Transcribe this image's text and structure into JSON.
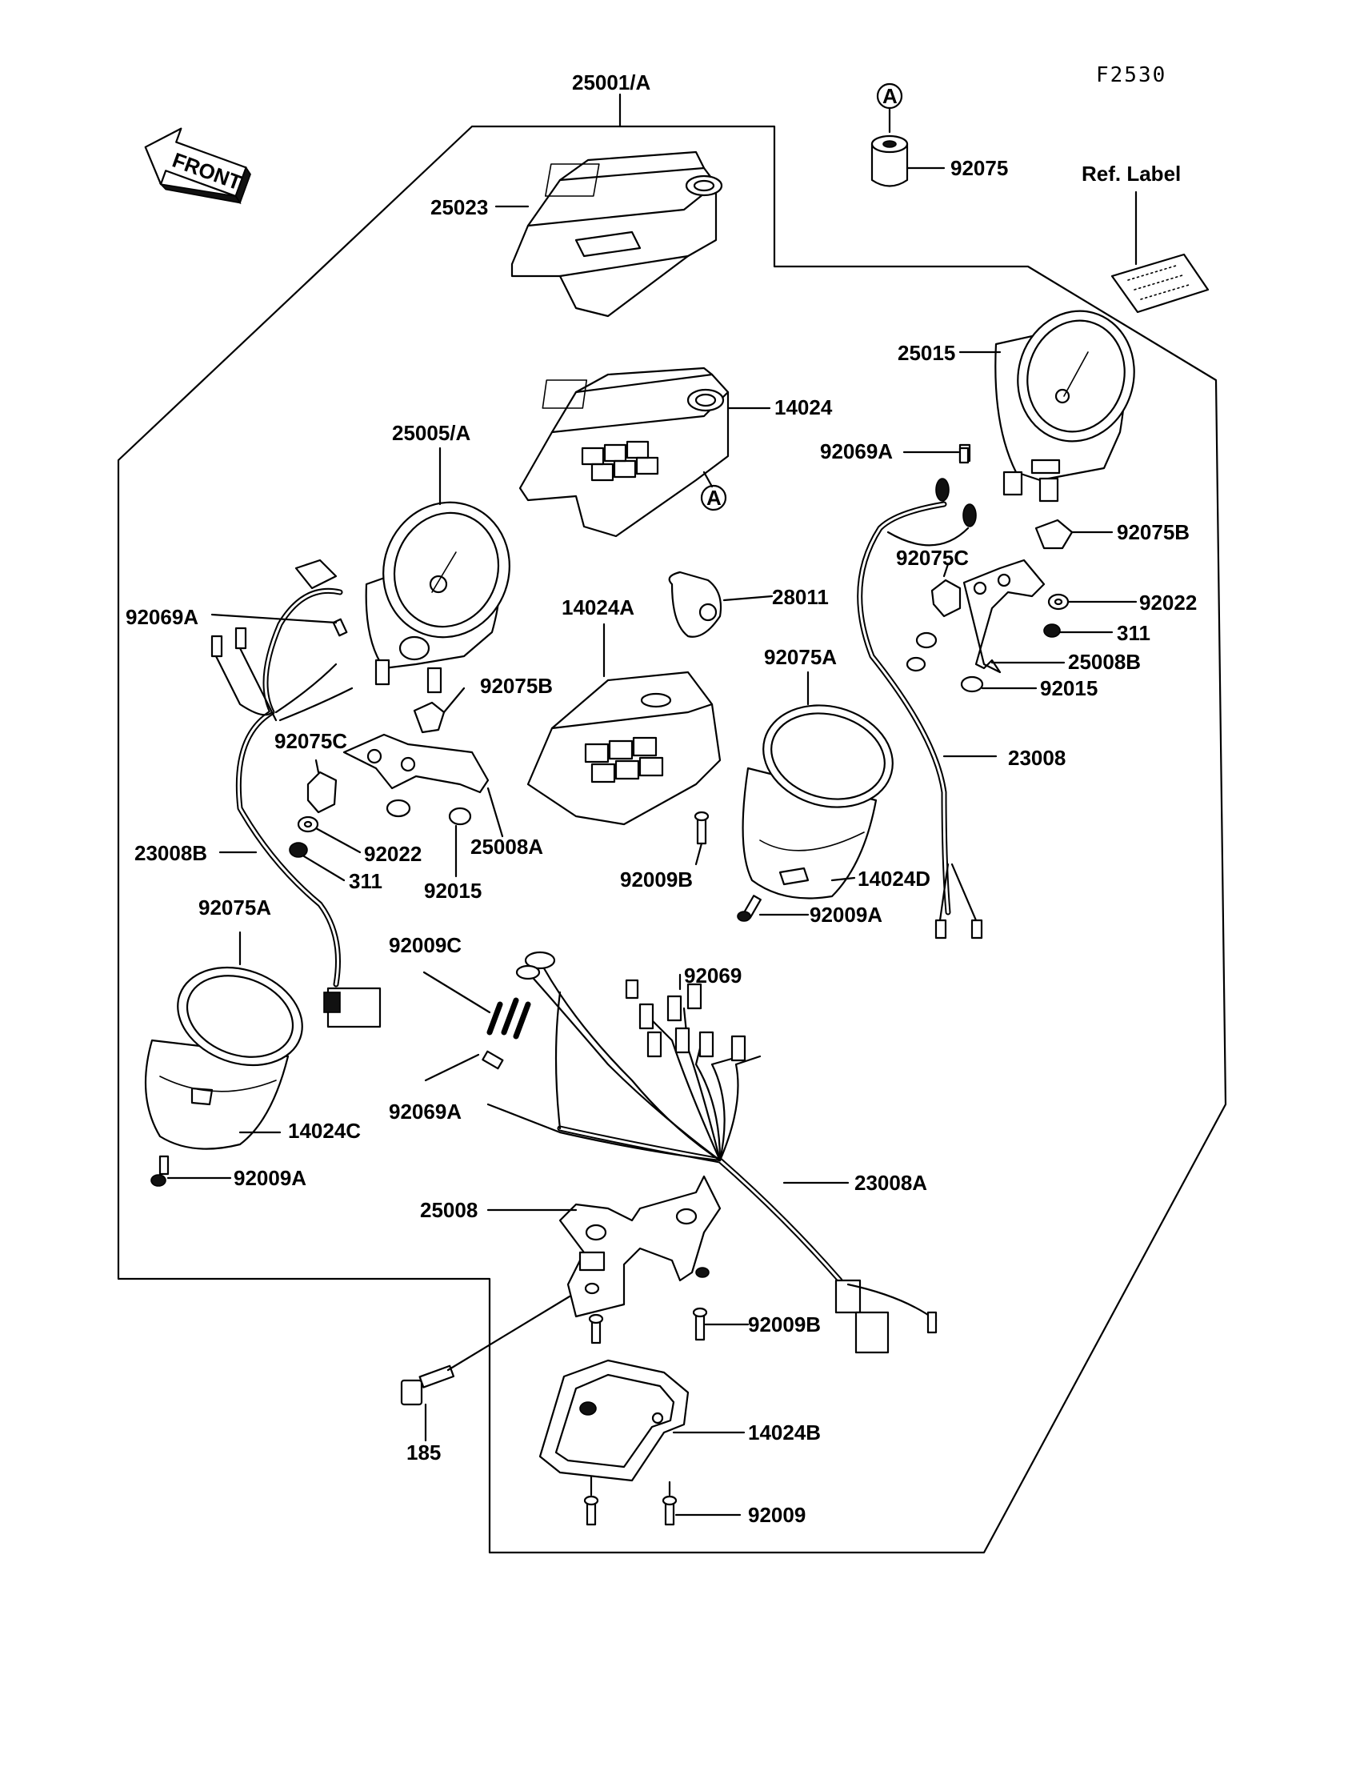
{
  "figure_code": "F2530",
  "front_label": "FRONT",
  "ref_label": "Ref. Label",
  "circle_marker": "A",
  "parts": [
    {
      "id": "p_25001A",
      "label": "25001/A"
    },
    {
      "id": "p_92075",
      "label": "92075"
    },
    {
      "id": "p_25023",
      "label": "25023"
    },
    {
      "id": "p_25015",
      "label": "25015"
    },
    {
      "id": "p_14024",
      "label": "14024"
    },
    {
      "id": "p_25005A",
      "label": "25005/A"
    },
    {
      "id": "p_92069A_r",
      "label": "92069A"
    },
    {
      "id": "p_92075B_r",
      "label": "92075B"
    },
    {
      "id": "p_92075C_r",
      "label": "92075C"
    },
    {
      "id": "p_28011",
      "label": "28011"
    },
    {
      "id": "p_14024A",
      "label": "14024A"
    },
    {
      "id": "p_92022_r",
      "label": "92022"
    },
    {
      "id": "p_92069A_l",
      "label": "92069A"
    },
    {
      "id": "p_311_r",
      "label": "311"
    },
    {
      "id": "p_25008B",
      "label": "25008B"
    },
    {
      "id": "p_92075A_c",
      "label": "92075A"
    },
    {
      "id": "p_92015_r",
      "label": "92015"
    },
    {
      "id": "p_92075B_l",
      "label": "92075B"
    },
    {
      "id": "p_92075C_l",
      "label": "92075C"
    },
    {
      "id": "p_23008",
      "label": "23008"
    },
    {
      "id": "p_92022_l",
      "label": "92022"
    },
    {
      "id": "p_25008A",
      "label": "25008A"
    },
    {
      "id": "p_23008B",
      "label": "23008B"
    },
    {
      "id": "p_311_l",
      "label": "311"
    },
    {
      "id": "p_92015_l",
      "label": "92015"
    },
    {
      "id": "p_92009B_c",
      "label": "92009B"
    },
    {
      "id": "p_14024D",
      "label": "14024D"
    },
    {
      "id": "p_92075A_l",
      "label": "92075A"
    },
    {
      "id": "p_92009A_r",
      "label": "92009A"
    },
    {
      "id": "p_92009C",
      "label": "92009C"
    },
    {
      "id": "p_92069",
      "label": "92069"
    },
    {
      "id": "p_92069A_w",
      "label": "92069A"
    },
    {
      "id": "p_14024C",
      "label": "14024C"
    },
    {
      "id": "p_92009A_l",
      "label": "92009A"
    },
    {
      "id": "p_23008A",
      "label": "23008A"
    },
    {
      "id": "p_25008",
      "label": "25008"
    },
    {
      "id": "p_92009B_b",
      "label": "92009B"
    },
    {
      "id": "p_185",
      "label": "185"
    },
    {
      "id": "p_14024B",
      "label": "14024B"
    },
    {
      "id": "p_92009",
      "label": "92009"
    }
  ]
}
